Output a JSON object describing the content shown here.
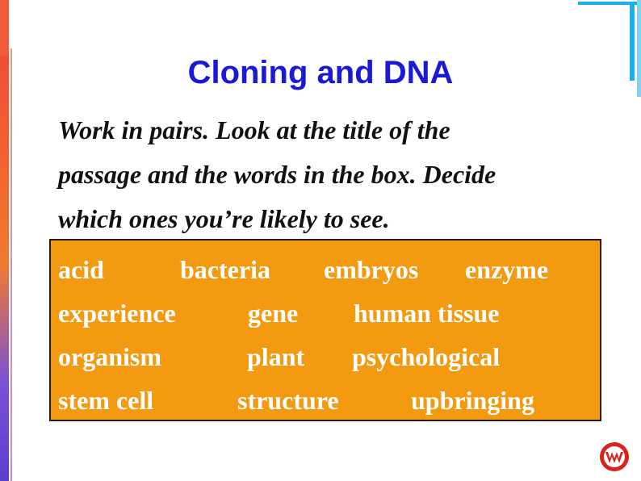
{
  "slide": {
    "title": "Cloning and DNA",
    "instruction_lines": [
      "Work in pairs. Look at the title of the",
      "passage and the words in the box. Decide",
      "which ones you’re likely to see."
    ],
    "word_box": {
      "row1": [
        "acid",
        "bacteria",
        "embryos",
        "enzyme"
      ],
      "row2": [
        "experience",
        "gene",
        "human tissue"
      ],
      "row3": [
        "organism",
        "plant",
        "psychological"
      ],
      "row4": [
        "stem cell",
        "structure",
        "upbringing"
      ]
    }
  },
  "colors": {
    "title": "#1a1ad6",
    "box_fill": "#f39a10",
    "box_text": "#ffffff",
    "accent_cyan": "#1ab0e8",
    "logo_red": "#d8241c"
  },
  "icons": {
    "logo": "publisher-logo-icon"
  }
}
